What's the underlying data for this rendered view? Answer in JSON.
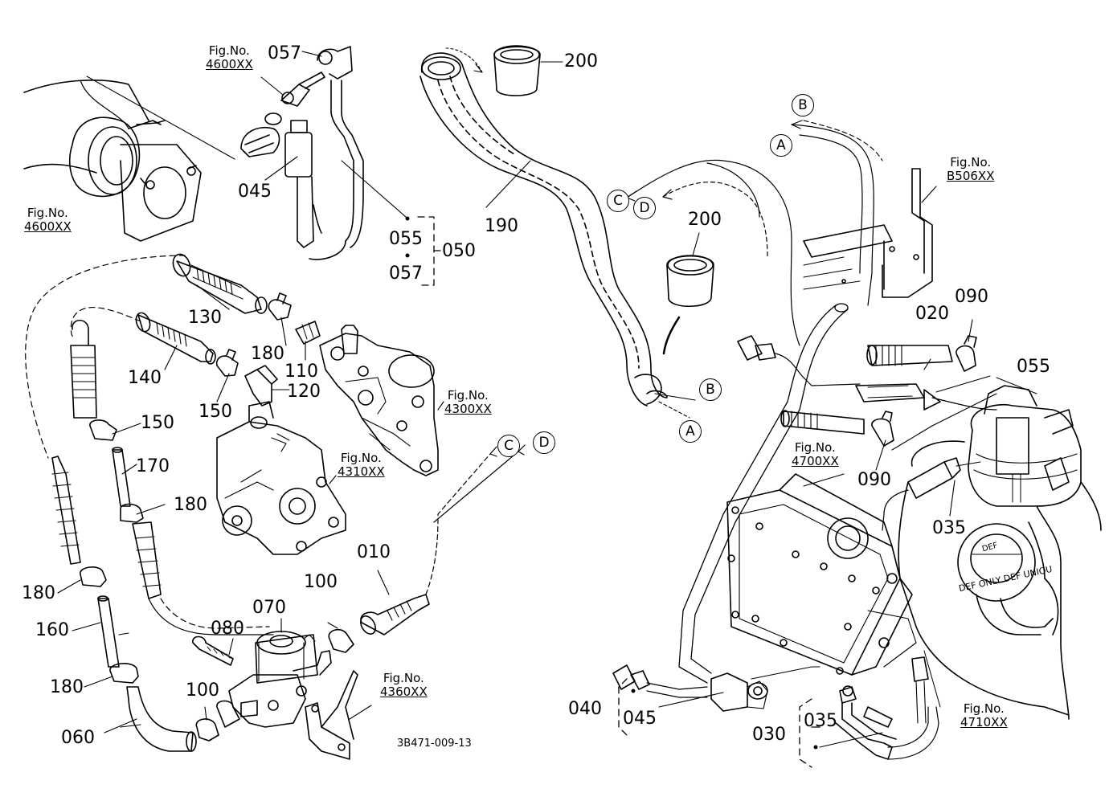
{
  "drawing_code": "3B471-009-13",
  "parts": [
    {
      "id": "p200a",
      "label": "200"
    },
    {
      "id": "p200b",
      "label": "200"
    },
    {
      "id": "p057",
      "label": "057"
    },
    {
      "id": "p045a",
      "label": "045"
    },
    {
      "id": "p055a",
      "label": "055"
    },
    {
      "id": "p057b",
      "label": "057"
    },
    {
      "id": "p050",
      "label": "050"
    },
    {
      "id": "p190",
      "label": "190"
    },
    {
      "id": "p130",
      "label": "130"
    },
    {
      "id": "p140",
      "label": "140"
    },
    {
      "id": "p180a",
      "label": "180"
    },
    {
      "id": "p110",
      "label": "110"
    },
    {
      "id": "p120",
      "label": "120"
    },
    {
      "id": "p150a",
      "label": "150"
    },
    {
      "id": "p150b",
      "label": "150"
    },
    {
      "id": "p170",
      "label": "170"
    },
    {
      "id": "p180b",
      "label": "180"
    },
    {
      "id": "p180c",
      "label": "180"
    },
    {
      "id": "p160",
      "label": "160"
    },
    {
      "id": "p180d",
      "label": "180"
    },
    {
      "id": "p060",
      "label": "060"
    },
    {
      "id": "p100a",
      "label": "100"
    },
    {
      "id": "p100b",
      "label": "100"
    },
    {
      "id": "p010",
      "label": "010"
    },
    {
      "id": "p070",
      "label": "070"
    },
    {
      "id": "p080",
      "label": "080"
    },
    {
      "id": "p020",
      "label": "020"
    },
    {
      "id": "p090a",
      "label": "090"
    },
    {
      "id": "p055b",
      "label": "055"
    },
    {
      "id": "p090b",
      "label": "090"
    },
    {
      "id": "p035a",
      "label": "035"
    },
    {
      "id": "p040",
      "label": "040"
    },
    {
      "id": "p045b",
      "label": "045"
    },
    {
      "id": "p030",
      "label": "030"
    },
    {
      "id": "p035b",
      "label": "035"
    }
  ],
  "figure_refs": [
    {
      "id": "f1",
      "prefix": "Fig.No.",
      "number": "4600XX"
    },
    {
      "id": "f2",
      "prefix": "Fig.No.",
      "number": "4600XX"
    },
    {
      "id": "f3",
      "prefix": "Fig.No.",
      "number": "4300XX"
    },
    {
      "id": "f4",
      "prefix": "Fig.No.",
      "number": "4310XX"
    },
    {
      "id": "f5",
      "prefix": "Fig.No.",
      "number": "4360XX"
    },
    {
      "id": "f6",
      "prefix": "Fig.No.",
      "number": "B506XX"
    },
    {
      "id": "f7",
      "prefix": "Fig.No.",
      "number": "4700XX"
    },
    {
      "id": "f8",
      "prefix": "Fig.No.",
      "number": "4710XX"
    }
  ],
  "connection_markers": [
    {
      "id": "mB1",
      "letter": "B"
    },
    {
      "id": "mA1",
      "letter": "A"
    },
    {
      "id": "mC1",
      "letter": "C"
    },
    {
      "id": "mD1",
      "letter": "D"
    },
    {
      "id": "mB2",
      "letter": "B"
    },
    {
      "id": "mA2",
      "letter": "A"
    },
    {
      "id": "mC2",
      "letter": "C"
    },
    {
      "id": "mD2",
      "letter": "D"
    }
  ],
  "cap_text": {
    "top": "DEF",
    "bottom": "DEF ONLY  DEF UNIQU"
  }
}
